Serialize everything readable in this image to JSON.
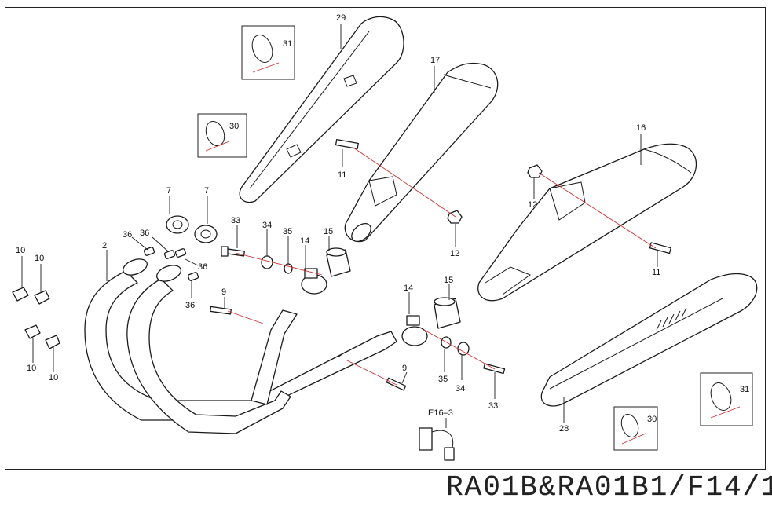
{
  "callouts": {
    "c29": "29",
    "c31a": "31",
    "c30a": "30",
    "c17": "17",
    "c16": "16",
    "c7a": "7",
    "c7b": "7",
    "c33a": "33",
    "c34a": "34",
    "c35a": "35",
    "c14a": "14",
    "c15a": "15",
    "c11a": "11",
    "c12a": "12",
    "c12b": "12",
    "c11b": "11",
    "c36a": "36",
    "c36b": "36",
    "c36c": "36",
    "c36d": "36",
    "c2": "2",
    "c10a": "10",
    "c10b": "10",
    "c10c": "10",
    "c10d": "10",
    "c9a": "9",
    "c9b": "9",
    "c14b": "14",
    "c15b": "15",
    "c35b": "35",
    "c34b": "34",
    "c33b": "33",
    "cE16": "E16–3",
    "c28": "28",
    "c30b": "30",
    "c31b": "31"
  },
  "caption": "RA01B&RA01B1/F14/1",
  "colors": {
    "line": "#1a1a1a",
    "axis": "#d23030",
    "frame": "#222222"
  }
}
